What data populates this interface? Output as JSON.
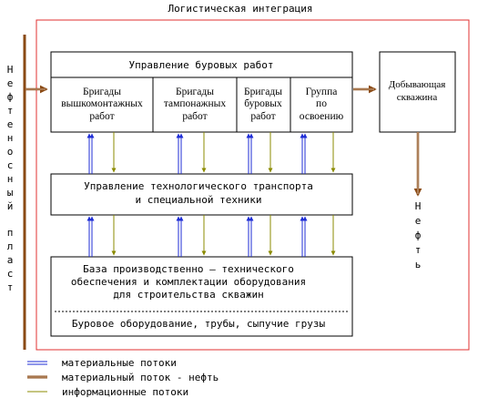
{
  "title": "Логистическая интеграция",
  "left_label": "Нефтеносный пласт",
  "right_label": "Нефть",
  "top_block": {
    "header": "Управление буровых работ",
    "units": [
      [
        "Бригады",
        "вышкомонтажных",
        "работ"
      ],
      [
        "Бригады",
        "тампонажных",
        "работ"
      ],
      [
        "Бригады",
        "буровых",
        "работ"
      ],
      [
        "Группа",
        "по",
        "освоению"
      ]
    ]
  },
  "well": [
    "Добывающая",
    "скважина"
  ],
  "middle_block": [
    "Управление технологического транспорта",
    "и специальной техники"
  ],
  "bottom_block": {
    "lines": [
      "База производственно – технического",
      "обеспечения и комплектации оборудования",
      "для строительства скважин"
    ],
    "footer": "Буровое оборудование, трубы, сыпучие грузы"
  },
  "legend": [
    {
      "label": "материальные потоки",
      "color": "#1f2dd6"
    },
    {
      "label": "материальный поток - нефть",
      "color": "#8a4a14"
    },
    {
      "label": "информационные потоки",
      "color": "#8b8b00"
    }
  ]
}
